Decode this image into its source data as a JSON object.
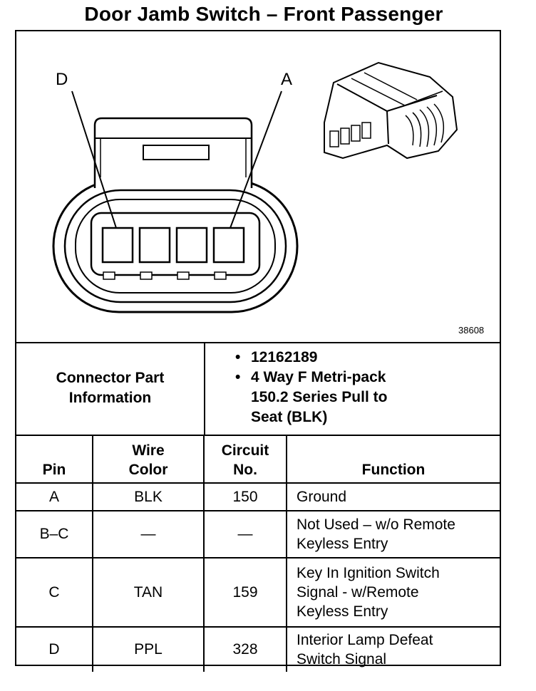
{
  "title": "Door Jamb Switch – Front Passenger",
  "diagram": {
    "pin_label_left": "D",
    "pin_label_right": "A",
    "figure_number": "38608"
  },
  "connector_info": {
    "label_line1": "Connector Part",
    "label_line2": "Information",
    "part_number": "12162189",
    "desc_line1": "4 Way F Metri-pack",
    "desc_line2": "150.2 Series Pull to",
    "desc_line3": "Seat (BLK)"
  },
  "table": {
    "headers": {
      "pin": "Pin",
      "wire_line1": "Wire",
      "wire_line2": "Color",
      "circuit_line1": "Circuit",
      "circuit_line2": "No.",
      "function": "Function"
    },
    "rows": [
      {
        "pin": "A",
        "wire": "BLK",
        "circuit": "150",
        "function": [
          "Ground"
        ]
      },
      {
        "pin": "B–C",
        "wire": "—",
        "circuit": "—",
        "function": [
          "Not Used – w/o Remote",
          "Keyless Entry"
        ]
      },
      {
        "pin": "C",
        "wire": "TAN",
        "circuit": "159",
        "function": [
          "Key In Ignition Switch",
          "Signal - w/Remote",
          "Keyless Entry"
        ]
      },
      {
        "pin": "D",
        "wire": "PPL",
        "circuit": "328",
        "function": [
          "Interior Lamp Defeat",
          "Switch Signal"
        ]
      }
    ]
  }
}
